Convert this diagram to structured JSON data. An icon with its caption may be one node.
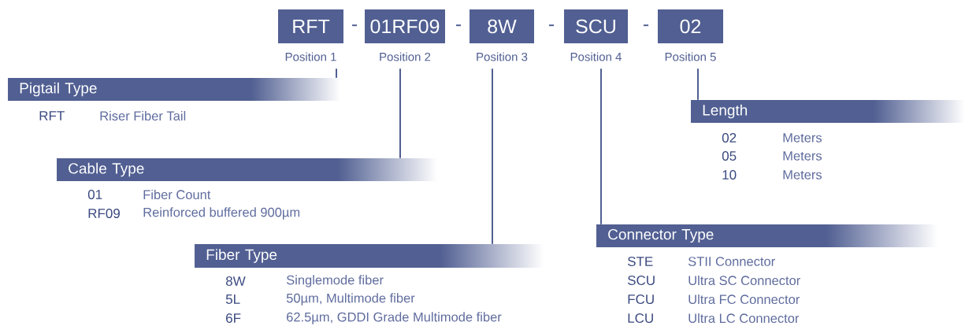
{
  "diagram": {
    "nodes": [
      {
        "text": [
          "RFT"
        ],
        "beside": [
          "Position 1"
        ]
      },
      {
        "text": [
          "01RF09"
        ],
        "beside": [
          "Position 2"
        ]
      },
      {
        "text": [
          "8W"
        ],
        "beside": [
          "Position 3"
        ]
      },
      {
        "text": [
          "SCU"
        ],
        "beside": [
          "Position 4"
        ]
      },
      {
        "text": [
          "02"
        ],
        "beside": [
          "Position 5"
        ]
      },
      {
        "text": [
          "Pigtail Type"
        ]
      },
      {
        "text": [
          "Length"
        ]
      },
      {
        "text": [
          "Cable Type"
        ]
      },
      {
        "text": [
          "Connector Type"
        ]
      },
      {
        "text": [
          "Fiber Type"
        ]
      }
    ],
    "edges": [
      {
        "from": 0,
        "to": 5,
        "arrow": "none"
      },
      {
        "from": 1,
        "to": 7,
        "arrow": "none"
      },
      {
        "from": 2,
        "to": 9,
        "arrow": "none"
      },
      {
        "from": 3,
        "to": 8,
        "arrow": "none"
      },
      {
        "from": 4,
        "to": 6,
        "arrow": "none"
      }
    ],
    "labels": [
      "-",
      "-",
      "-",
      "-",
      "RFT",
      "Riser Fiber Tail",
      "02",
      "Meters",
      "05",
      "Meters",
      "10",
      "Meters",
      "01",
      "Fiber Count",
      "RF09",
      "Reinforced buffered 900µm",
      "STE",
      "STII Connector",
      "SCU",
      "Ultra SC Connector",
      "FCU",
      "Ultra FC Connector",
      "LCU",
      "Ultra LC Connector",
      "8W",
      "Singlemode fiber",
      "5L",
      "50µm, Multimode fiber",
      "6F",
      "62.5µm, GDDI Grade Multimode fiber"
    ]
  }
}
